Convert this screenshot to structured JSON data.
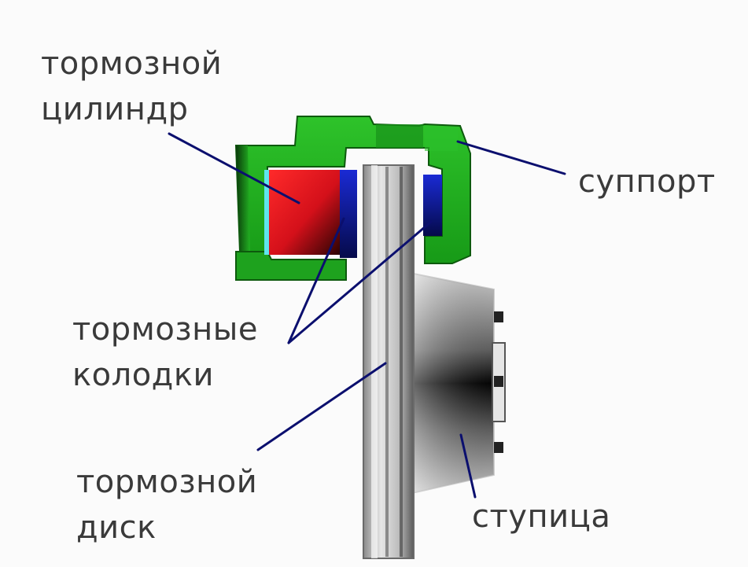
{
  "labels": {
    "cylinder": [
      "тормозной",
      "цилиндр"
    ],
    "caliper": "суппорт",
    "pads": [
      "тормозные",
      "колодки"
    ],
    "disc": [
      "тормозной",
      "диск"
    ],
    "hub": "ступица"
  },
  "colors": {
    "caliper_green": "#1fa51f",
    "piston_red": "#e8101a",
    "pad_blue": "#0a1aa0",
    "leader_line": "#0b0f6e",
    "text": "#3a3a3a"
  }
}
